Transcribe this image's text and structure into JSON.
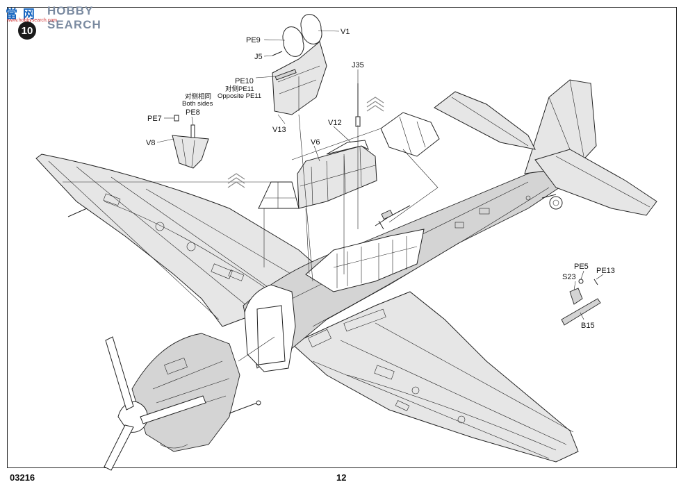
{
  "watermark": {
    "logo": "當 网",
    "text": "HOBBY SEARCH",
    "url": "www.hobbysearch.com"
  },
  "step": {
    "number": "10"
  },
  "footer": {
    "kit_number": "03216",
    "page_number": "12"
  },
  "callouts": {
    "pe9": "PE9",
    "v1": "V1",
    "j5": "J5",
    "pe10": "PE10",
    "pe10_alt_cn": "对侧PE11",
    "pe10_alt_en": "Opposite PE11",
    "v13": "V13",
    "j35": "J35",
    "both_sides_cn": "对侧相同",
    "both_sides_en": "Both sides",
    "pe8": "PE8",
    "pe7": "PE7",
    "v8": "V8",
    "v12": "V12",
    "v6": "V6",
    "pe5": "PE5",
    "pe13": "PE13",
    "s23": "S23",
    "b15": "B15"
  }
}
